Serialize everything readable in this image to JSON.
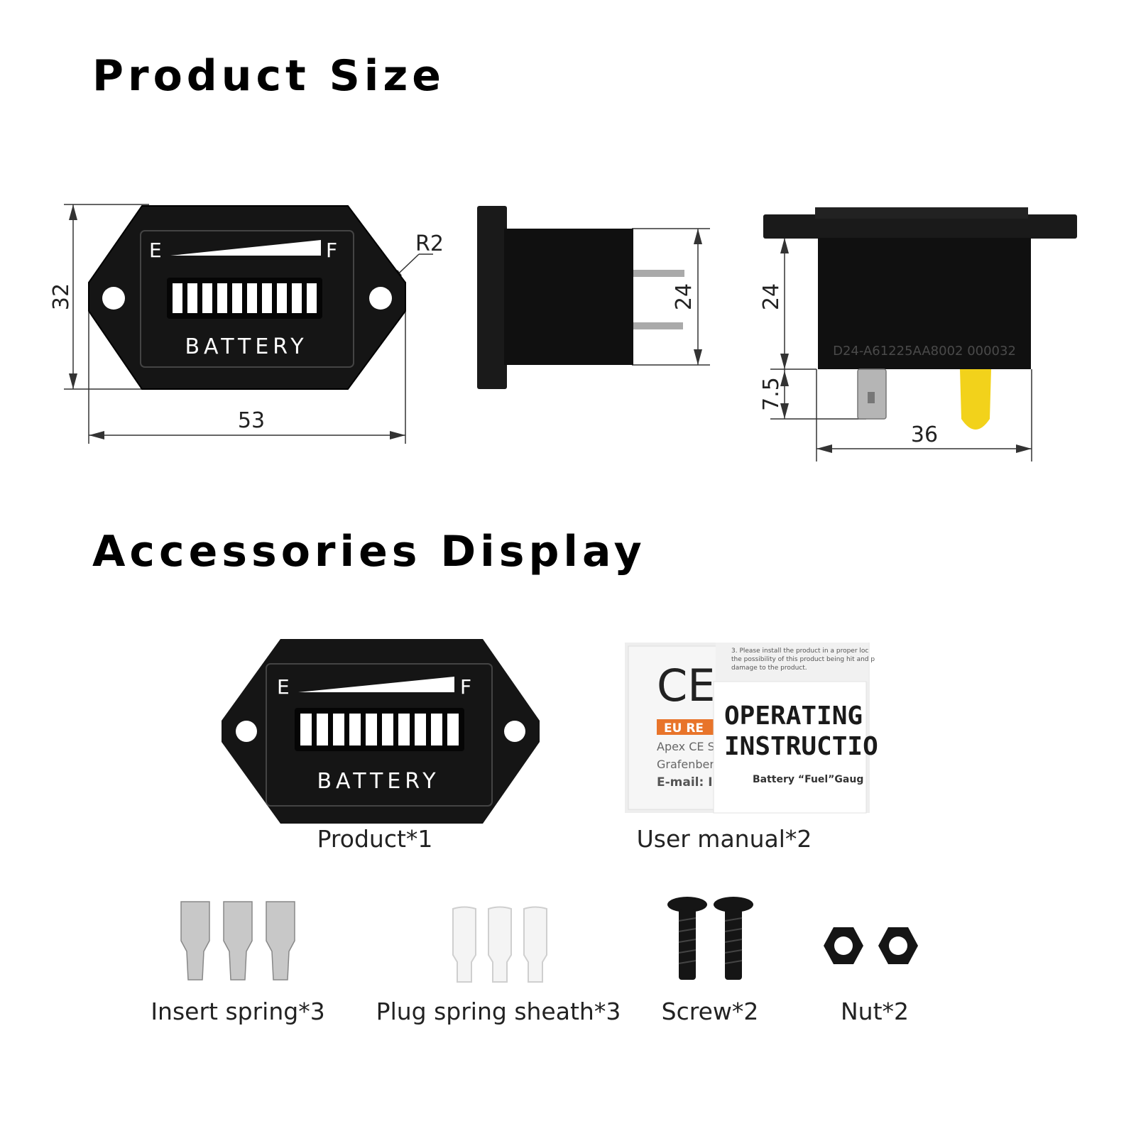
{
  "sections": {
    "product_size_title": "Product Size",
    "accessories_title": "Accessories Display"
  },
  "gauge": {
    "empty_label": "E",
    "full_label": "F",
    "battery_label": "BATTERY",
    "segment_count": 10
  },
  "dimensions": {
    "front_height": "32",
    "front_width": "53",
    "corner_radius": "R2",
    "side_depth": "24",
    "back_depth": "24",
    "terminal_length": "7.5",
    "back_width": "36",
    "serial_code": "D24-A61225AA8002 000032"
  },
  "manual": {
    "ce_mark": "CE",
    "eu_label": "EU RE",
    "apex_line": "Apex CE S",
    "grafen_line": "Grafenberg",
    "email_line": "E-mail: Ir",
    "note_lines": [
      "3. Please install the product in a proper loc",
      "the possibility of this product being hit and p",
      "damage to the product."
    ],
    "heading_line1": "OPERATING",
    "heading_line2": "INSTRUCTIO",
    "subtitle": "Battery “Fuel”Gaug"
  },
  "accessories": {
    "product": "Product*1",
    "manual": "User manual*2",
    "insert_spring": "Insert spring*3",
    "plug_sheath": "Plug spring sheath*3",
    "screw": "Screw*2",
    "nut": "Nut*2"
  },
  "colors": {
    "gauge_body": "#151515",
    "terminal_cap": "#f2d21b",
    "eu_orange": "#e8742a"
  }
}
